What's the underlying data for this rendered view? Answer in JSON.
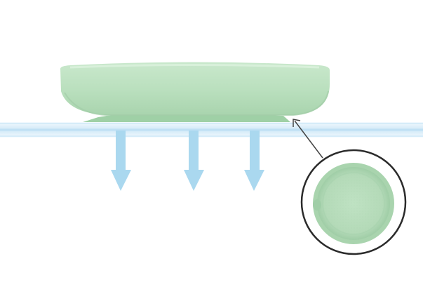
{
  "illustration": {
    "subject": "suction-bowl",
    "colors": {
      "background": "#ffffff",
      "bowl_body": "#b9dfbd",
      "bowl_highlight": "#cfeccf",
      "bowl_shadow": "#a6d1ab",
      "suction_pad": "#9fd0a6",
      "surface_glass": "#e9f4fb",
      "surface_edge": "#bfe0f4",
      "arrow": "#aad8ef",
      "callout_ring": "#2b2b2b",
      "callout_pointer": "#444444"
    },
    "arrows": [
      {
        "direction": "down"
      },
      {
        "direction": "down"
      },
      {
        "direction": "down"
      }
    ],
    "callout": {
      "content": "bowl-underside-view"
    }
  }
}
